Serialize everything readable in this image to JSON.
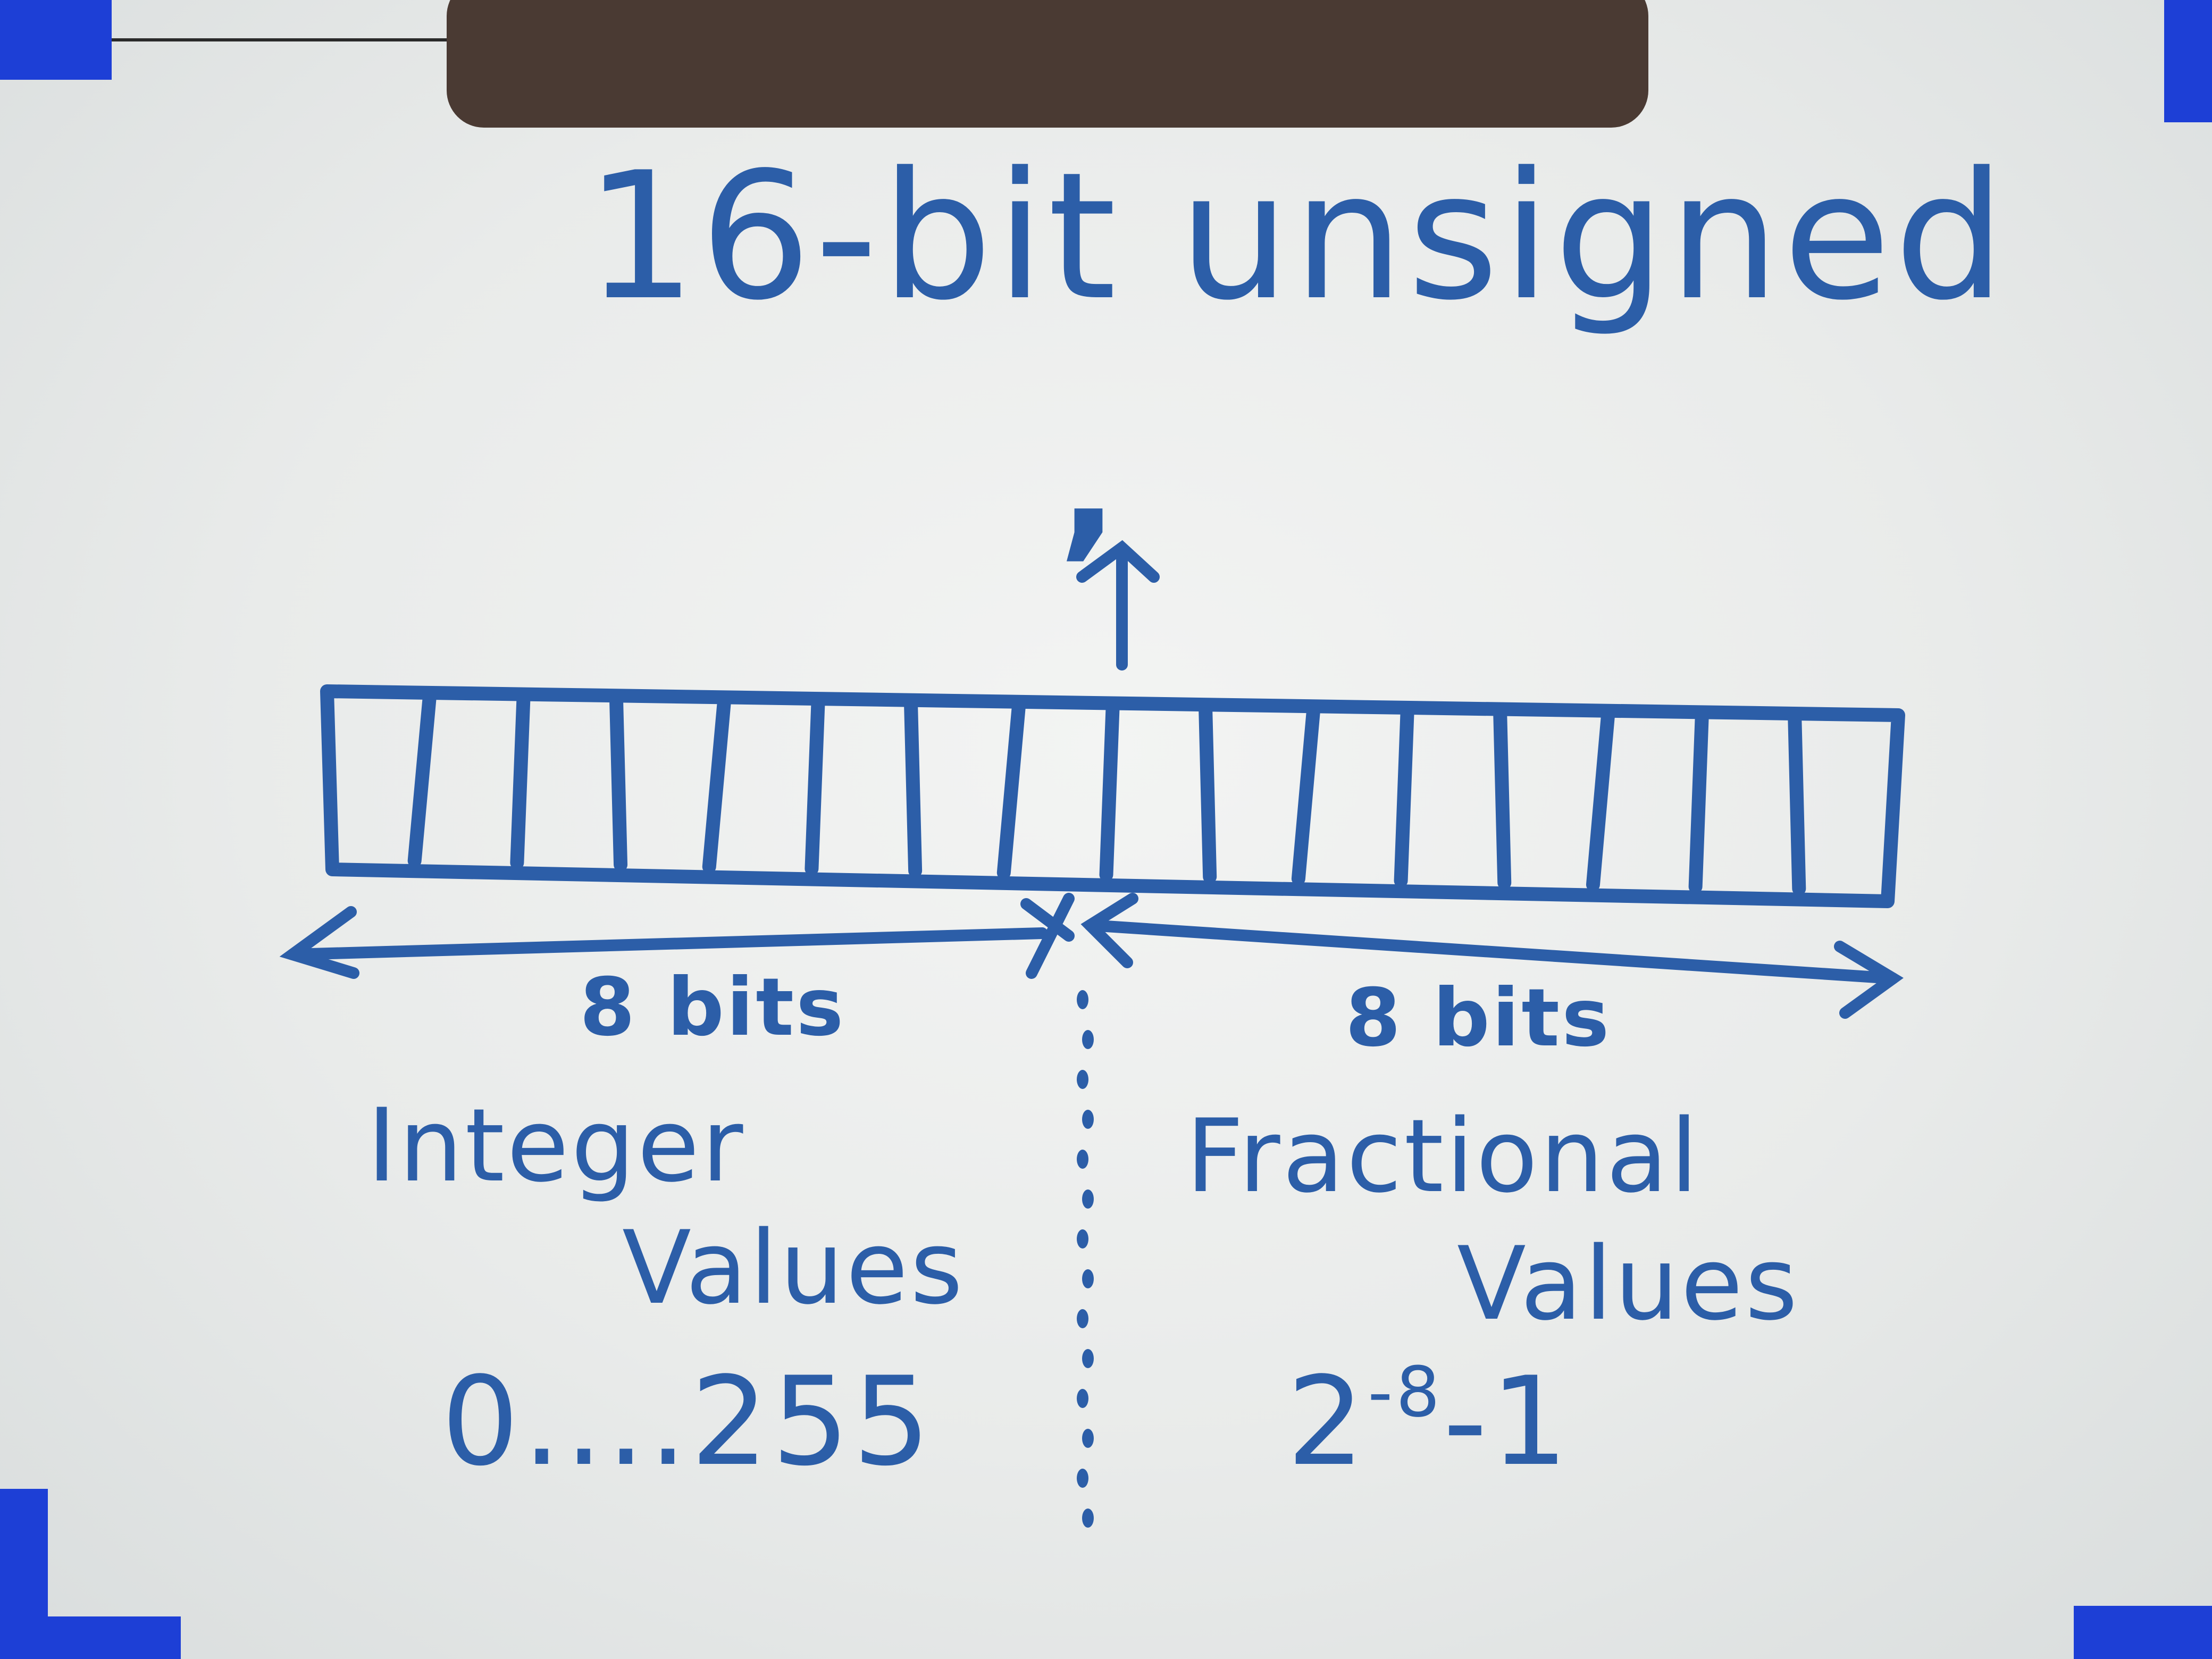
{
  "title": "16-bit unsigned",
  "radix_point": ",",
  "register": {
    "bit_count": 16,
    "integer_bit_count": 8,
    "fractional_bit_count": 8
  },
  "integer_part": {
    "bits_label": "8 bits",
    "label_line1": "Integer",
    "label_line2": "Values",
    "range": "0....255"
  },
  "fractional_part": {
    "bits_label": "8 bits",
    "label_line1": "Fractional",
    "label_line2": "Values",
    "range_base": "2",
    "range_exponent": "-8",
    "range_tail": "-1"
  },
  "colors": {
    "ink": "#2c5ea8",
    "board": "#eef0ef",
    "magnet": "#1d3fd6",
    "frame_top": "#4a3a33"
  }
}
